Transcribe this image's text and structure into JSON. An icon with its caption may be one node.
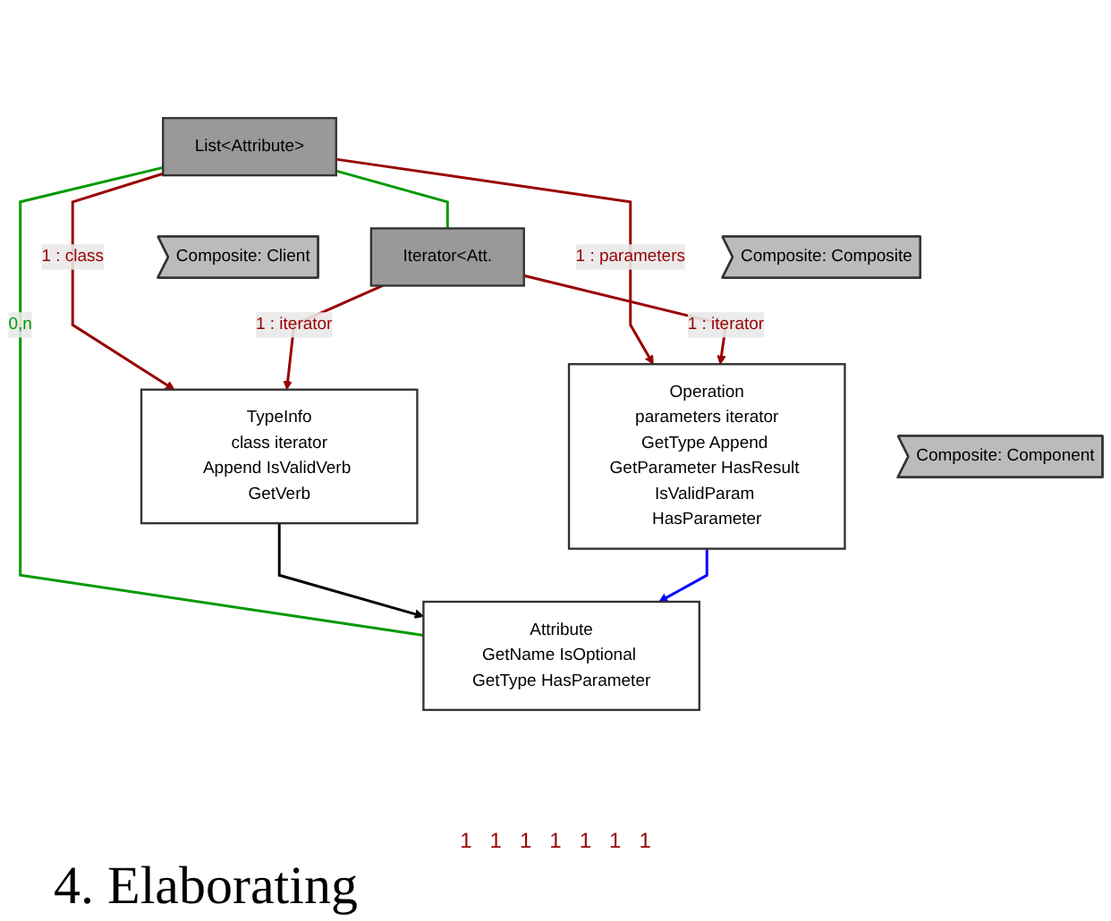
{
  "diagram": {
    "caption": "4. Elaborating",
    "nodes": [
      {
        "text": [
          "List<Attribute>"
        ]
      },
      {
        "text": [
          "TypeInfo",
          "class iterator",
          "Append IsValidVerb GetVerb"
        ]
      },
      {
        "text": [
          "Attribute",
          "GetName IsOptional GetType HasParameter"
        ]
      },
      {
        "text": [
          "Composite: Component"
        ]
      },
      {
        "text": [
          "Composite: Client"
        ]
      },
      {
        "text": [
          "Iterator<Att."
        ]
      },
      {
        "text": [
          "Operation",
          "parameters iterator",
          "GetType Append GetParameter HasResult IsValidParam HasParameter"
        ]
      },
      {
        "text": [
          "Composite: Composite"
        ]
      }
    ],
    "edges": [
      {
        "from": 0,
        "to": 1,
        "arrow": "to",
        "label": "1 : class",
        "color": "#990000"
      },
      {
        "from": 0,
        "to": 5,
        "arrow": "none",
        "color": "#009900"
      },
      {
        "from": 0,
        "to": 2,
        "arrow": "none",
        "label": "0,n",
        "color": "#009900"
      },
      {
        "from": 1,
        "to": 2,
        "arrow": "to",
        "color": "#000000"
      },
      {
        "from": 0,
        "to": 6,
        "arrow": "to",
        "label": "1 : parameters",
        "color": "#990000"
      },
      {
        "from": 6,
        "to": 2,
        "arrow": "to",
        "color": "#0000ff"
      },
      {
        "from": 5,
        "to": 1,
        "arrow": "to",
        "label": "1 : iterator",
        "color": "#990000"
      },
      {
        "from": 5,
        "to": 6,
        "arrow": "to",
        "label": "1 : iterator",
        "color": "#990000"
      }
    ],
    "labels": [
      "1",
      "1",
      "1",
      "1",
      "1",
      "1",
      "1"
    ]
  }
}
